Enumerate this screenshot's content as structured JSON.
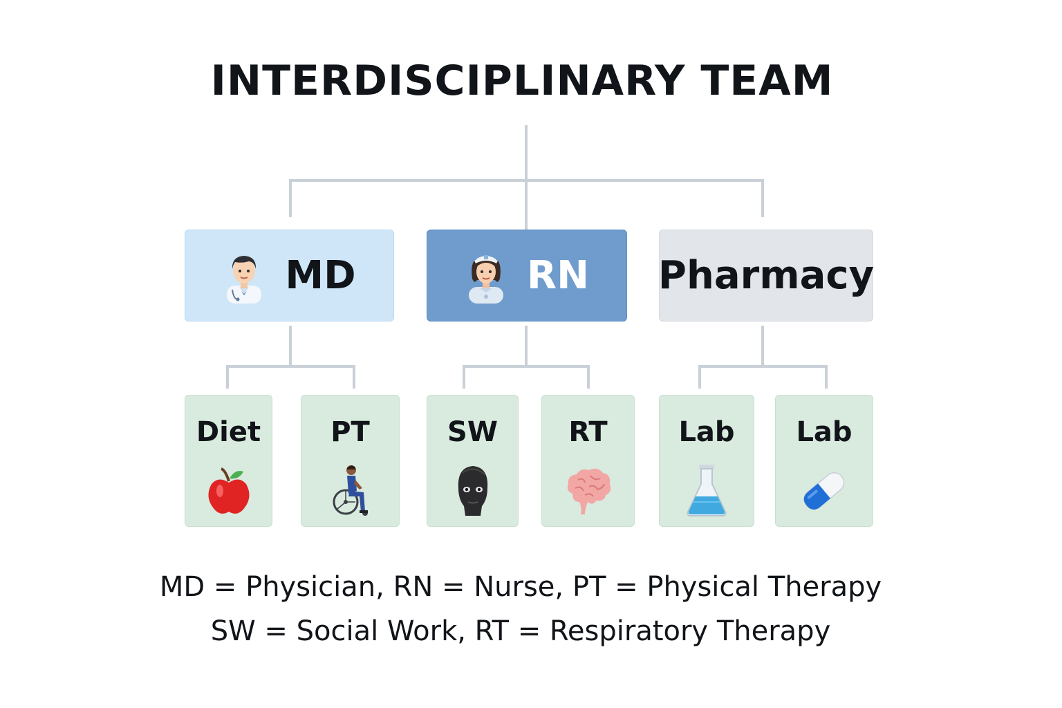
{
  "title": "INTERDISCIPLINARY TEAM",
  "colors": {
    "connector": "#c9d0d8",
    "md_box": "#cfe6f8",
    "rn_box": "#6f9ccd",
    "pharmacy_box": "#e2e6ea",
    "child_box": "#d9eadf"
  },
  "top_level": [
    {
      "label": "MD",
      "icon": "doctor-icon"
    },
    {
      "label": "RN",
      "icon": "nurse-icon"
    },
    {
      "label": "Pharmacy",
      "icon": ""
    }
  ],
  "children": [
    {
      "label": "Diet",
      "icon": "apple-icon",
      "parent": "MD"
    },
    {
      "label": "PT",
      "icon": "wheelchair-user-icon",
      "parent": "MD"
    },
    {
      "label": "SW",
      "icon": "bust-icon",
      "parent": "RN"
    },
    {
      "label": "RT",
      "icon": "brain-icon",
      "parent": "RN"
    },
    {
      "label": "Lab",
      "icon": "flask-icon",
      "parent": "Pharmacy"
    },
    {
      "label": "Lab",
      "icon": "pill-icon",
      "parent": "Pharmacy"
    }
  ],
  "legend": {
    "line1": "MD = Physician, RN = Nurse, PT = Physical Therapy",
    "line2": "SW = Social Work, RT = Respiratory Therapy"
  }
}
